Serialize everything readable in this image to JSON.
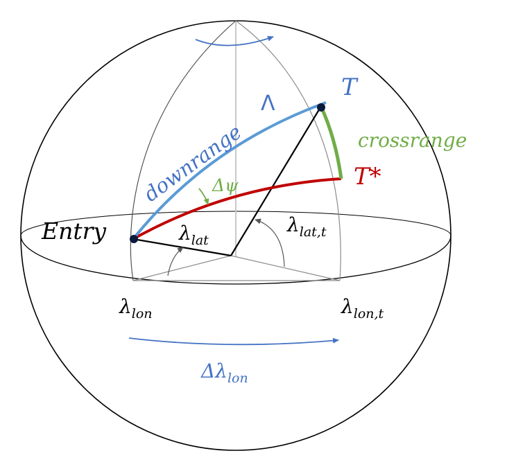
{
  "labels": {
    "entry": "Entry",
    "target": "T",
    "target_star": "T*",
    "lambda": "Λ",
    "downrange": "downrange",
    "crossrange": "crossrange",
    "delta_psi": "Δψ",
    "lambda_sym": "λ",
    "lat_sub": "lat",
    "lat_t_sub": "lat,t",
    "lon_sub": "lon",
    "lon_t_sub": "lon,t",
    "delta_lambda_lon_prefix": "Δλ",
    "delta_lambda_lon_sub": "lon"
  },
  "colors": {
    "downrange": "#5b9bd5",
    "reference_arc": "#c00000",
    "crossrange": "#70ad47",
    "arrow_blue": "#4472c4",
    "line_dark": "#000000",
    "line_grey": "#8c8c8c",
    "axis_light": "#c8c8c8"
  }
}
